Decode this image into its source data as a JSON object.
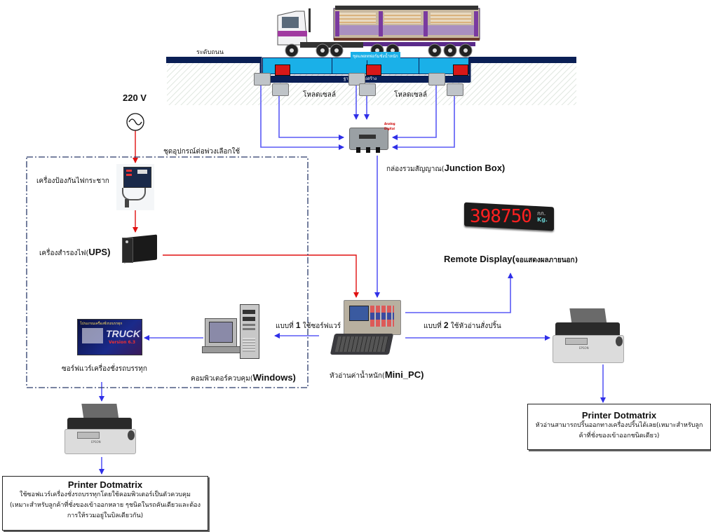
{
  "diagram": {
    "road_level_label": "ระดับถนน",
    "scale_plate_label": "ชุดแพลทฟอร์มชั่งน้ำหนัก",
    "foundation_label": "ฐานรองโครงสร้าง",
    "load_cell_labels": [
      "โหลดเซลล์",
      "โหลดเซลล์"
    ],
    "power_label": "220 V",
    "optional_group_label": "ชุดอุปกรณ์ต่อพ่วงเลือกใช้",
    "surge_protector_label": "เครื่องป้องกันไฟกระชาก",
    "ups_label_thai": "เครื่องสำรองไฟ(",
    "ups_label_en": "UPS)",
    "junction_box_label_thai": "กล่องรวมสัญญาณ(",
    "junction_box_label_en": "Junction Box)",
    "junction_box_tags": [
      "Analog",
      "Digital"
    ],
    "remote_display_label_en": "Remote Display(",
    "remote_display_label_thai": "จอแสดงผลภายนอก)",
    "remote_display_value": "398750",
    "remote_display_unit_thai": "กก.",
    "remote_display_unit_en": "Kg.",
    "mode1_label_prefix": "แบบที่ ",
    "mode1_number": "1",
    "mode1_label_suffix": " ใช้ซอร์ฟแวร์",
    "mode2_label_prefix": "แบบที่ ",
    "mode2_number": "2",
    "mode2_label_suffix": " ใช้หัวอ่านสั่งปริ้น",
    "mini_pc_label_thai": "หัวอ่านค่าน้ำหนัก(",
    "mini_pc_label_en": "Mini_PC)",
    "computer_label_thai": "คอมพิวเตอร์ควบคุม(",
    "computer_label_en": "Windows)",
    "software_label": "ซอร์ฟแวร์เครื่องชั่งรถบรรทุก",
    "software_box_title": "โปรแกรมเครื่องชั่งรถบรรทุก",
    "software_box_name": "TRUCK",
    "software_box_version": "Version 6.3",
    "printer_brand": "EPSON",
    "printer_left": {
      "title": "Printer Dotmatrix",
      "lines": [
        "ใช้ซอฟแวร์เครื่องชั่งรถบรรทุกโดยใช้คอมพิวเตอร์เป็นตัวควบคุม",
        "(เหมาะสำหรับลูกค้าที่ชั่งของเข้าออกหลาย ๆชนิดในรถคันเดียวและต้อง",
        "การให้รวมอยู่ในบิลเดียวกัน)"
      ]
    },
    "printer_right": {
      "title": "Printer Dotmatrix",
      "lines": [
        "หัวอ่านสามารถปริ้นออกทางเครื่องปริ้นได้เลย(เหมาะสำหรับลูก",
        "ค้าที่ชั่งของเข้าออกชนิดเดียว)"
      ]
    },
    "colors": {
      "signal_wire": "#3b3bf0",
      "power_wire": "#e01010",
      "road": "#0a1f55",
      "platform": "#1ab0e8",
      "load_cell_mount": "#d81818",
      "led_digit": "#ff2020"
    }
  }
}
